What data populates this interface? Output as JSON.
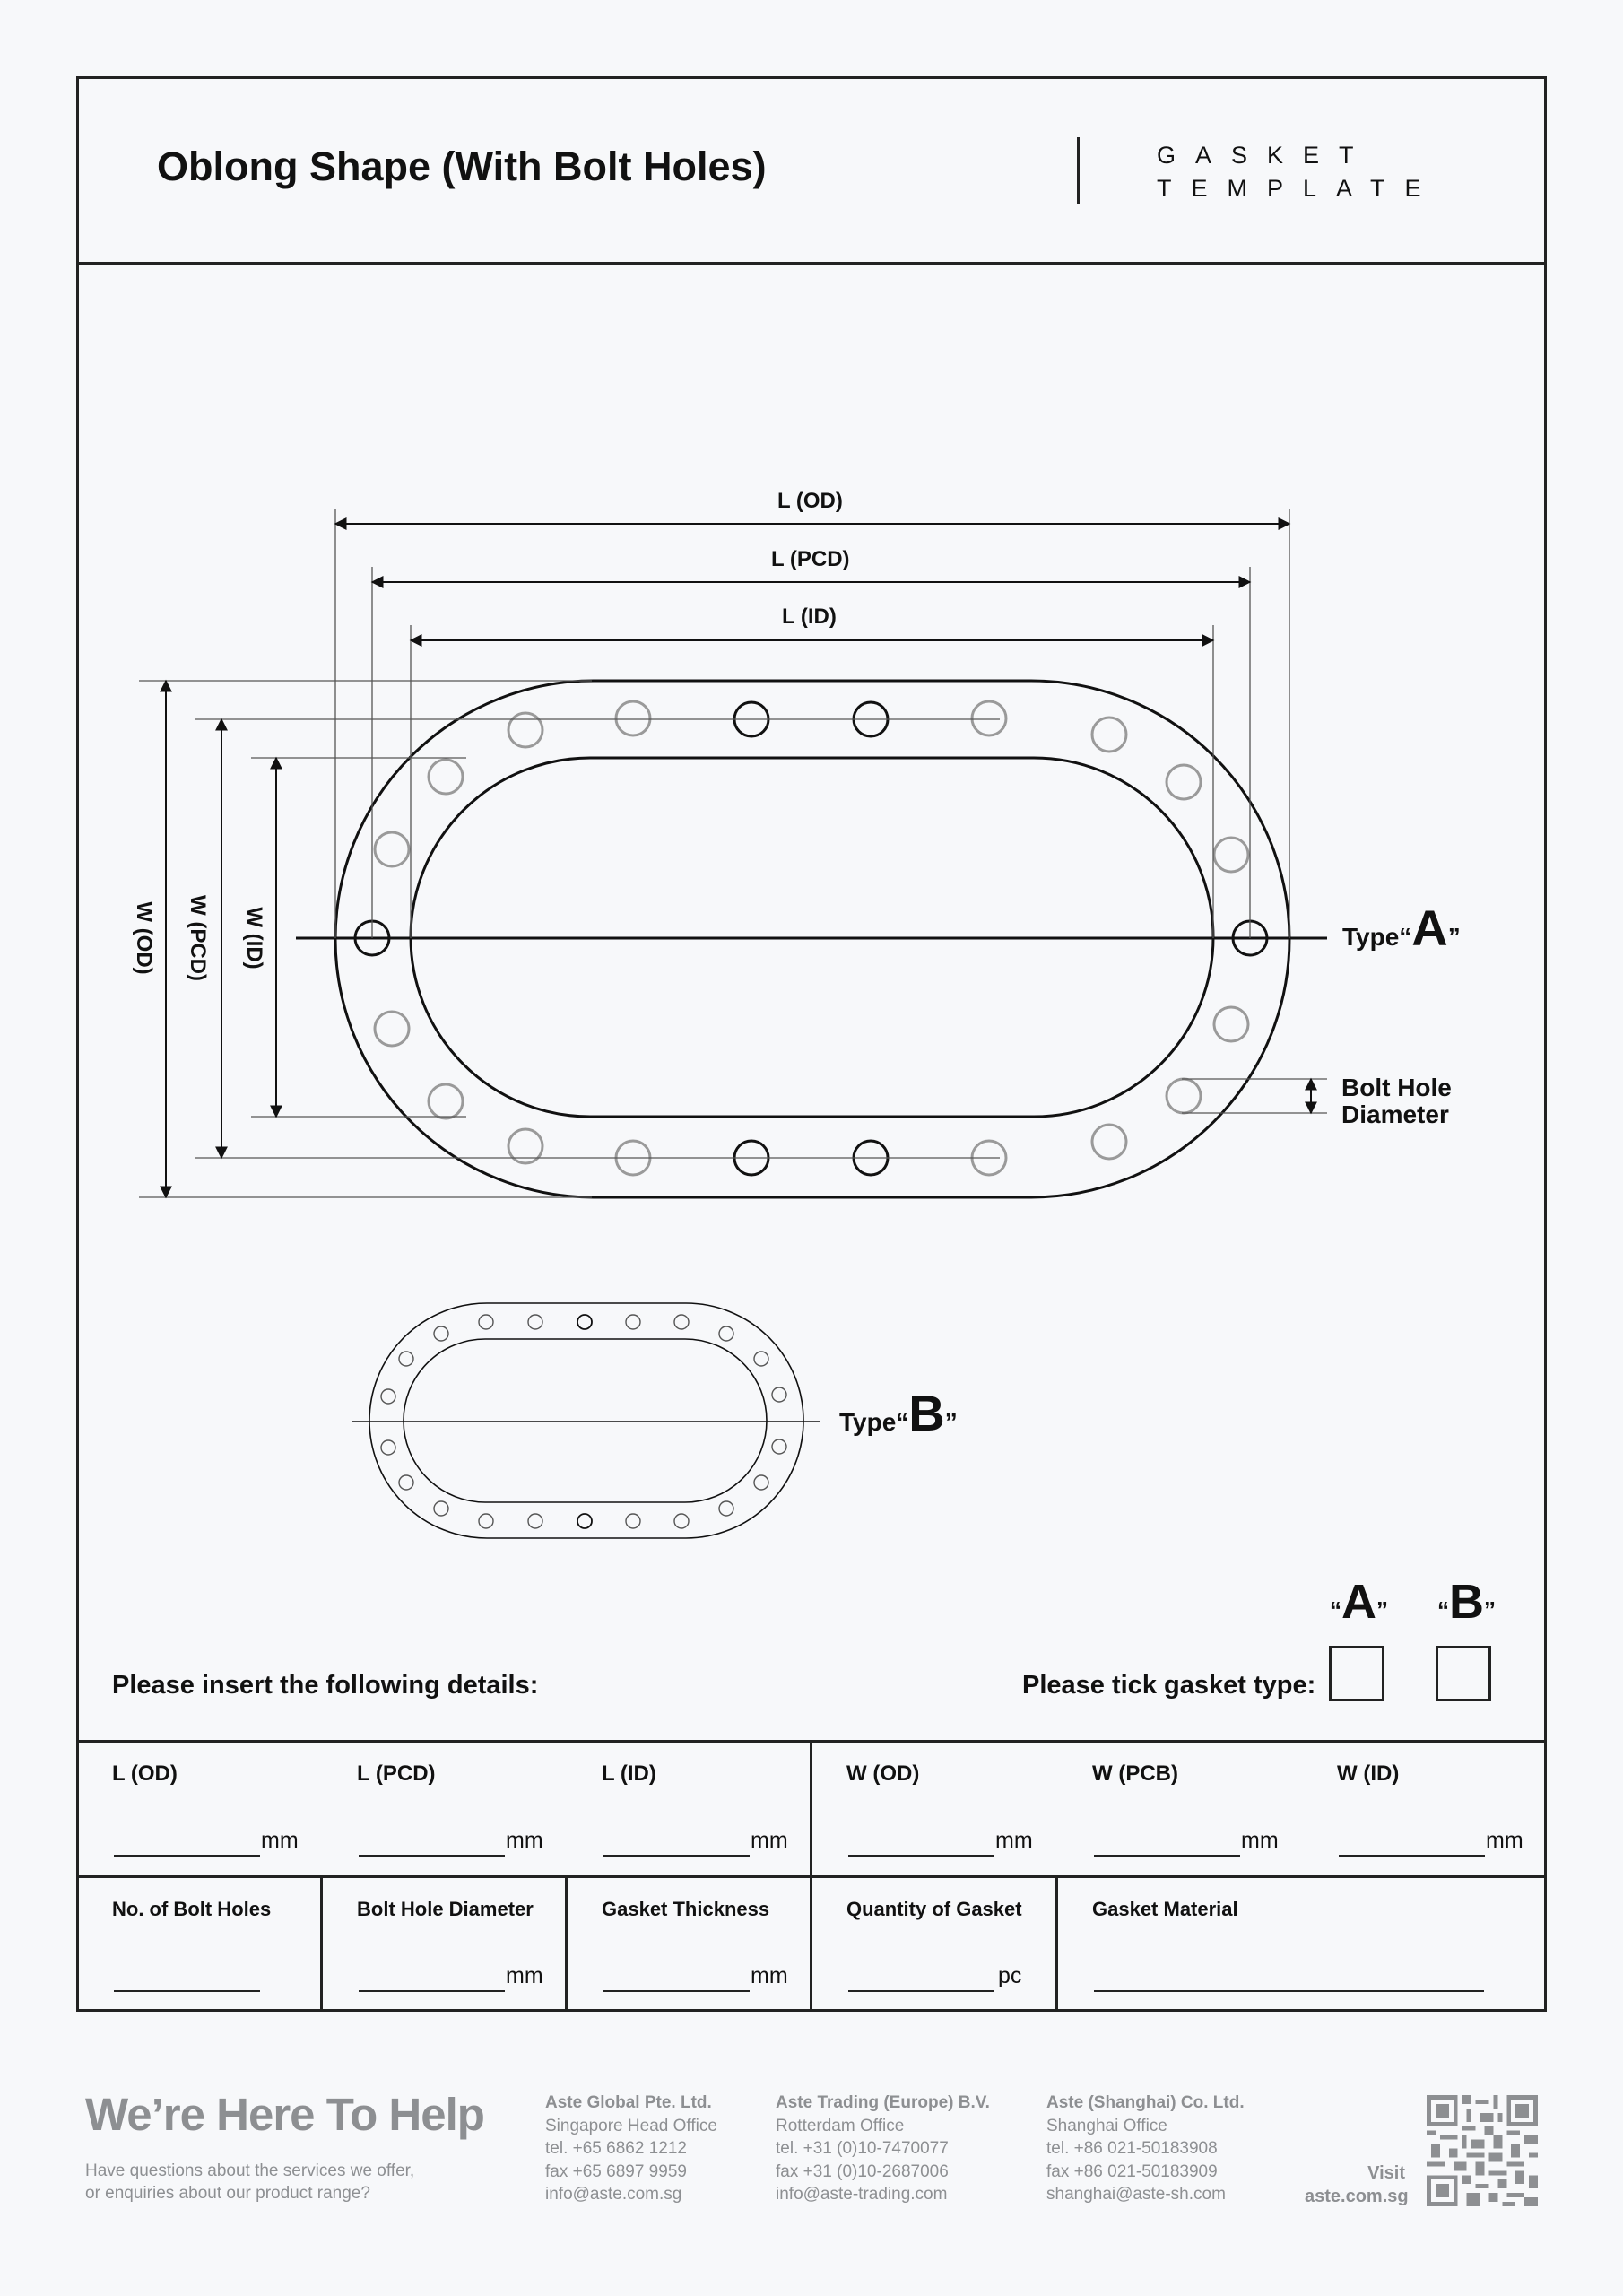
{
  "header": {
    "title": "Oblong Shape (With Bolt Holes)",
    "brand_line1": "GASKET",
    "brand_line2": "TEMPLATE"
  },
  "diagram": {
    "dim_l_od": "L (OD)",
    "dim_l_pcd": "L (PCD)",
    "dim_l_id": "L (ID)",
    "dim_w_od": "W (OD)",
    "dim_w_pcd": "W (PCD)",
    "dim_w_id": "W (ID)",
    "bolt_hole_line1": "Bolt Hole",
    "bolt_hole_line2": "Diameter",
    "type_word": "Type",
    "type_a_letter": "A",
    "type_b_letter": "B"
  },
  "form": {
    "insert_prompt": "Please insert the following details:",
    "tick_prompt": "Please tick gasket type:",
    "option_a": "A",
    "option_b": "B",
    "row1": [
      {
        "label": "L (OD)",
        "unit": "mm"
      },
      {
        "label": "L (PCD)",
        "unit": "mm"
      },
      {
        "label": "L (ID)",
        "unit": "mm"
      },
      {
        "label": "W (OD)",
        "unit": "mm"
      },
      {
        "label": "W (PCB)",
        "unit": "mm"
      },
      {
        "label": "W (ID)",
        "unit": "mm"
      }
    ],
    "row2": [
      {
        "label": "No. of Bolt Holes",
        "unit": ""
      },
      {
        "label": "Bolt Hole Diameter",
        "unit": "mm"
      },
      {
        "label": "Gasket Thickness",
        "unit": "mm"
      },
      {
        "label": "Quantity of Gasket",
        "unit": "pc"
      },
      {
        "label": "Gasket Material",
        "unit": ""
      }
    ]
  },
  "footer": {
    "headline": "We’re Here To Help",
    "sub_line1": "Have questions about the services we offer,",
    "sub_line2": "or enquiries about our product range?",
    "offices": [
      {
        "name": "Aste Global Pte. Ltd.",
        "office": "Singapore Head Office",
        "tel": "tel. +65 6862 1212",
        "fax": "fax +65 6897 9959",
        "email": "info@aste.com.sg"
      },
      {
        "name": "Aste Trading (Europe) B.V.",
        "office": "Rotterdam Office",
        "tel": "tel. +31 (0)10-7470077",
        "fax": "fax +31 (0)10-2687006",
        "email": "info@aste-trading.com"
      },
      {
        "name": "Aste (Shanghai) Co. Ltd.",
        "office": "Shanghai Office",
        "tel": "tel. +86 021-50183908",
        "fax": "fax +86 021-50183909",
        "email": "shanghai@aste-sh.com"
      }
    ],
    "visit_label": "Visit",
    "visit_url": "aste.com.sg",
    "qr_icon": "qr-code-icon"
  }
}
